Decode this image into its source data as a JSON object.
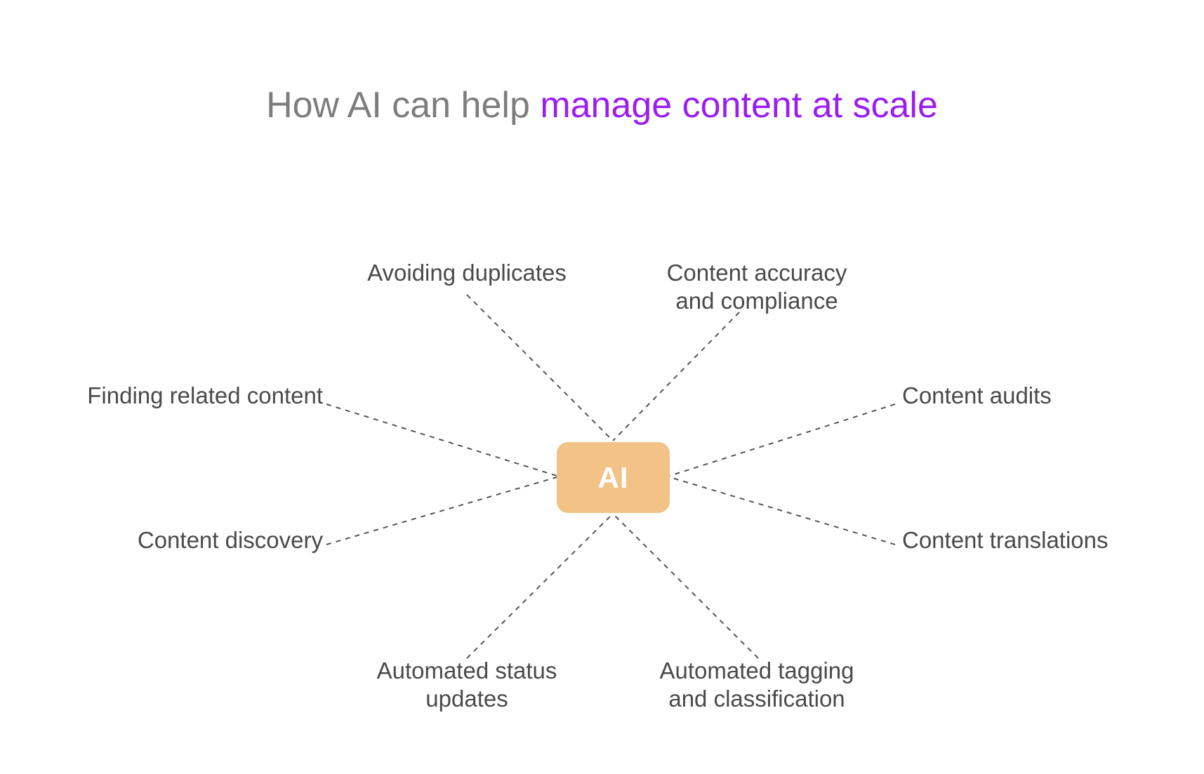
{
  "title": {
    "plain": "How AI can help ",
    "highlight": "manage content at scale"
  },
  "hub": {
    "label": "AI"
  },
  "branches": {
    "avoiding_duplicates": {
      "line1": "Avoiding duplicates"
    },
    "content_accuracy": {
      "line1": "Content accuracy",
      "line2": "and compliance"
    },
    "finding_related": {
      "line1": "Finding related content"
    },
    "content_audits": {
      "line1": "Content audits"
    },
    "content_discovery": {
      "line1": "Content discovery"
    },
    "content_translations": {
      "line1": "Content translations"
    },
    "automated_status": {
      "line1": "Automated status",
      "line2": "updates"
    },
    "automated_tagging": {
      "line1": "Automated tagging",
      "line2": "and classification"
    }
  },
  "colors": {
    "title_text": "#7d7d7d",
    "title_accent": "#9a1ef0",
    "hub_fill": "#f2c286",
    "hub_text": "#ffffff",
    "label_text": "#4a4a4a",
    "connector": "#555555"
  }
}
